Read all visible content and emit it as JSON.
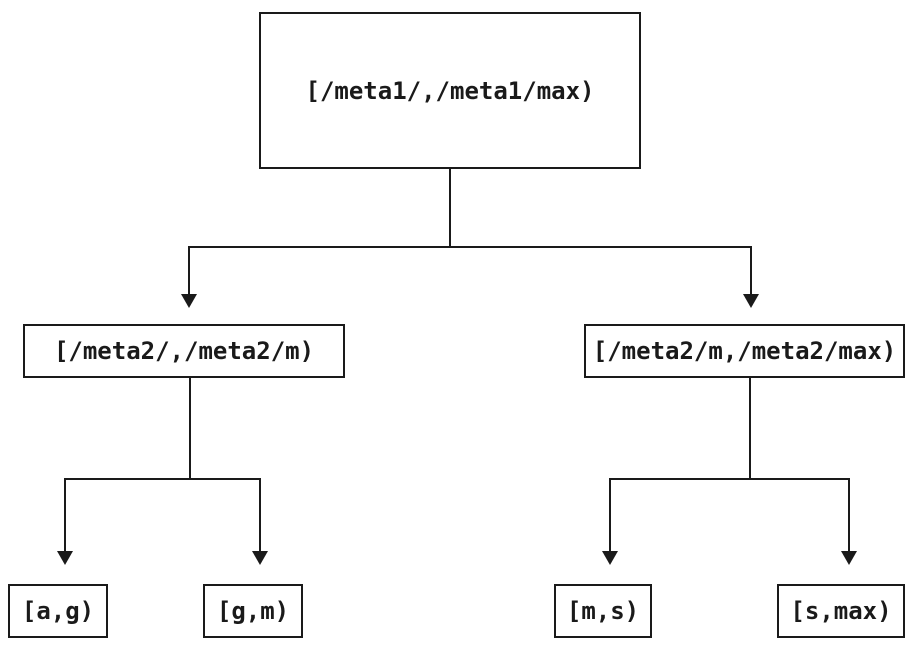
{
  "tree": {
    "root": {
      "label": "[/meta1/,/meta1/max)"
    },
    "children": [
      {
        "label": "[/meta2/,/meta2/m)",
        "leaves": [
          {
            "label": "[a,g)"
          },
          {
            "label": "[g,m)"
          }
        ]
      },
      {
        "label": "[/meta2/m,/meta2/max)",
        "leaves": [
          {
            "label": "[m,s)"
          },
          {
            "label": "[s,max)"
          }
        ]
      }
    ]
  },
  "colors": {
    "background": "#ffffff",
    "line": "#1a1a1a",
    "text": "#1a1a1a"
  }
}
